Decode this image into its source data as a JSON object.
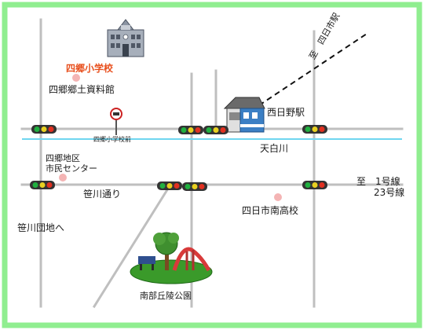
{
  "colors": {
    "frame": "#90ee90",
    "road": "#bfbfbf",
    "river": "#6fd6f0",
    "accent": "#e8501e",
    "dot": "#f4b4b4",
    "signal_red": "#e03020",
    "signal_yellow": "#e8d020",
    "signal_green": "#20b040"
  },
  "landmarks": {
    "school": "四郷小学校",
    "museum": "四郷郷土資料館",
    "bus_stop": "四郷小学校前",
    "station": "西日野駅",
    "river": "天白川",
    "community_center_line1": "四郷地区",
    "community_center_line2": "市民センター",
    "street": "笹川通り",
    "high_school": "四日市南高校",
    "danchi": "笹川団地へ",
    "park": "南部丘陵公園"
  },
  "directions": {
    "to_yokkaichi": "至　四日市駅",
    "to_route_line1": "至　1号線",
    "to_route_line2": "23号線"
  },
  "icons": {
    "school": "school-building-icon",
    "bus_stop": "bus-stop-sign-icon",
    "station": "train-station-icon",
    "park": "playground-park-icon",
    "signal": "traffic-signal-icon",
    "place_dot": "place-marker-dot"
  }
}
